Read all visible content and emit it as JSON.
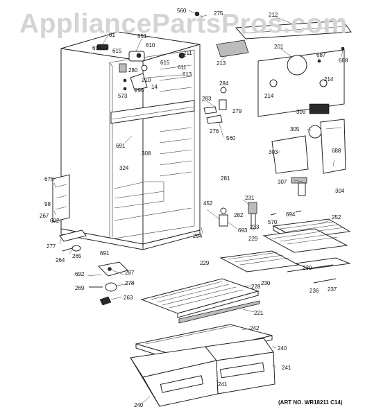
{
  "watermark": "AppliancePartsPros.com",
  "art_number": "(ART NO. WR18211 C14)",
  "parts": {
    "p560_top": "560",
    "p275": "275",
    "p212": "212",
    "p61": "61",
    "p551": "551",
    "p691_top": "691",
    "p615_a": "615",
    "p610": "610",
    "p211": "211",
    "p201": "201",
    "p687": "687",
    "p688_top": "688",
    "p615_b": "615",
    "p611": "611",
    "p613": "613",
    "p280": "280",
    "p210": "210",
    "p14": "14",
    "p296": "296",
    "p573": "573",
    "p213": "213",
    "p214_a": "214",
    "p214_b": "214",
    "p284": "284",
    "p283": "283",
    "p279": "279",
    "p276": "276",
    "p560_mid": "560",
    "p309": "309",
    "p305": "305",
    "p303": "303",
    "p688_mid": "688",
    "p691_left": "691",
    "p308": "308",
    "p324": "324",
    "p307": "307",
    "p304": "304",
    "p676": "676",
    "p98": "98",
    "p267": "267",
    "p602": "602",
    "p277": "277",
    "p264": "264",
    "p265": "265",
    "p691_bot": "691",
    "p294": "294",
    "p452": "452",
    "p281": "281",
    "p231": "231",
    "p282": "282",
    "p233": "233",
    "p570": "570",
    "p694": "694",
    "p252": "252",
    "p693": "693",
    "p229_a": "229",
    "p229_b": "229",
    "p230_a": "230",
    "p230_b": "230",
    "p236": "236",
    "p237": "237",
    "p692": "692",
    "p287": "287",
    "p269": "269",
    "p278": "278",
    "p263": "263",
    "p228": "228",
    "p221": "221",
    "p242": "242",
    "p240_a": "240",
    "p241_a": "241",
    "p241_b": "241",
    "p240_b": "240"
  }
}
